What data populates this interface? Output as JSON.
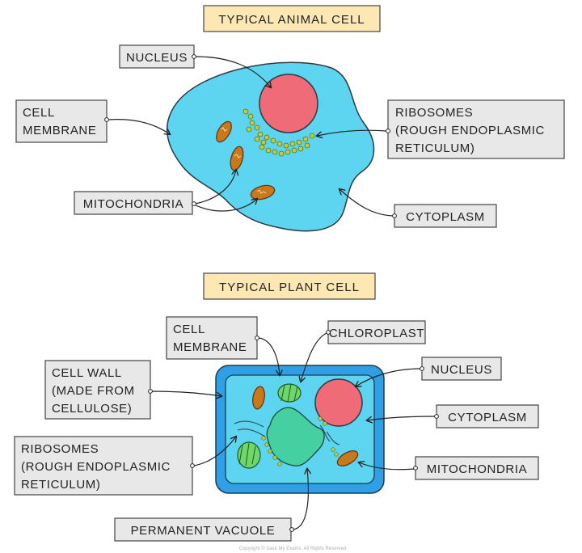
{
  "animal_cell": {
    "title": "TYPICAL ANIMAL CELL",
    "labels": {
      "nucleus": "NUCLEUS",
      "cell_membrane": [
        "CELL",
        "MEMBRANE"
      ],
      "ribosomes": [
        "RIBOSOMES",
        "(ROUGH ENDOPLASMIC",
        "RETICULUM)"
      ],
      "mitochondria": "MITOCHONDRIA",
      "cytoplasm": "CYTOPLASM"
    }
  },
  "plant_cell": {
    "title": "TYPICAL PLANT CELL",
    "labels": {
      "cell_membrane": [
        "CELL",
        "MEMBRANE"
      ],
      "chloroplast": "CHLOROPLAST",
      "cell_wall": [
        "CELL WALL",
        "(MADE FROM",
        "CELLULOSE)"
      ],
      "nucleus": "NUCLEUS",
      "cytoplasm": "CYTOPLASM",
      "ribosomes": [
        "RIBOSOMES",
        "(ROUGH ENDOPLASMIC",
        "RETICULUM)"
      ],
      "mitochondria": "MITOCHONDRIA",
      "permanent_vacuole": "PERMANENT VACUOLE"
    }
  },
  "copyright": "Copyright © Save My Exams. All Rights Reserved",
  "colors": {
    "title_fill": "#fde7b3",
    "label_fill": "#e8e8e8",
    "cytoplasm": "#5dd4f0",
    "nucleus": "#f06b78",
    "mitochondria": "#c9781c",
    "chloroplast": "#6fd66a",
    "vacuole": "#46cfa0",
    "cell_wall": "#2f9fe6",
    "ribosome": "#9fc23a"
  }
}
